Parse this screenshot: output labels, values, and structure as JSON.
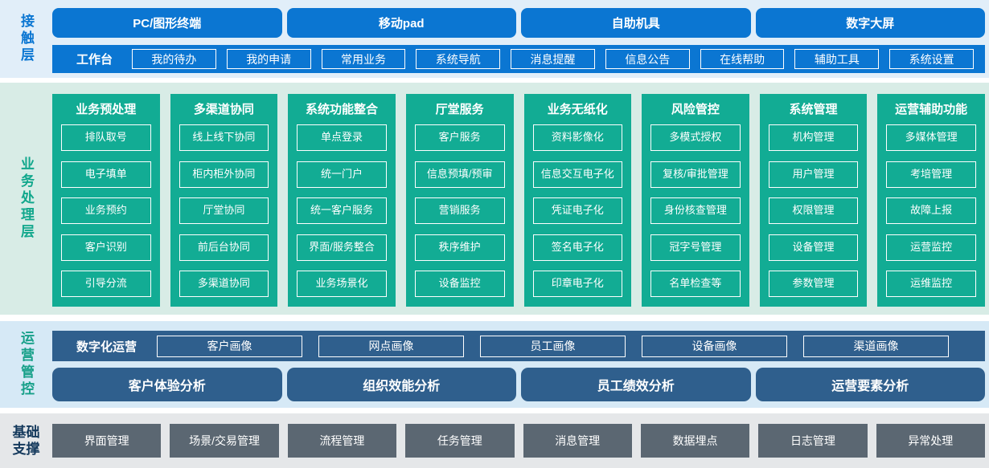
{
  "contact_layer": {
    "label": "接触层",
    "terminals": [
      "PC/图形终端",
      "移动pad",
      "自助机具",
      "数字大屏"
    ],
    "workbench": {
      "label": "工作台",
      "items": [
        "我的待办",
        "我的申请",
        "常用业务",
        "系统导航",
        "消息提醒",
        "信息公告",
        "在线帮助",
        "辅助工具",
        "系统设置"
      ]
    }
  },
  "business_layer": {
    "label": "业务处理层",
    "columns": [
      {
        "title": "业务预处理",
        "items": [
          "排队取号",
          "电子填单",
          "业务预约",
          "客户识别",
          "引导分流"
        ]
      },
      {
        "title": "多渠道协同",
        "items": [
          "线上线下协同",
          "柜内柜外协同",
          "厅堂协同",
          "前后台协同",
          "多渠道协同"
        ]
      },
      {
        "title": "系统功能整合",
        "items": [
          "单点登录",
          "统一门户",
          "统一客户服务",
          "界面/服务整合",
          "业务场景化"
        ]
      },
      {
        "title": "厅堂服务",
        "items": [
          "客户服务",
          "信息预填/预审",
          "营销服务",
          "秩序维护",
          "设备监控"
        ]
      },
      {
        "title": "业务无纸化",
        "items": [
          "资料影像化",
          "信息交互电子化",
          "凭证电子化",
          "签名电子化",
          "印章电子化"
        ]
      },
      {
        "title": "风险管控",
        "items": [
          "多模式授权",
          "复核/审批管理",
          "身份核查管理",
          "冠字号管理",
          "名单检查等"
        ]
      },
      {
        "title": "系统管理",
        "items": [
          "机构管理",
          "用户管理",
          "权限管理",
          "设备管理",
          "参数管理"
        ]
      },
      {
        "title": "运营辅助功能",
        "items": [
          "多媒体管理",
          "考培管理",
          "故障上报",
          "运营监控",
          "运维监控"
        ]
      }
    ]
  },
  "operations_layer": {
    "label": "运营管控",
    "digital_ops": {
      "label": "数字化运营",
      "items": [
        "客户画像",
        "网点画像",
        "员工画像",
        "设备画像",
        "渠道画像"
      ]
    },
    "analytics": [
      "客户体验分析",
      "组织效能分析",
      "员工绩效分析",
      "运营要素分析"
    ]
  },
  "base_layer": {
    "label": "基础支撑",
    "items": [
      "界面管理",
      "场景/交易管理",
      "流程管理",
      "任务管理",
      "消息管理",
      "数据埋点",
      "日志管理",
      "异常处理"
    ]
  },
  "colors": {
    "accent_blue": "#0b76d2",
    "accent_teal": "#12ac94",
    "accent_dark_blue": "#2f5f8d",
    "accent_slate_gray": "#5b6772",
    "bg_contact": "#e1eef9",
    "bg_business": "#d8ece6",
    "bg_operations": "#d6e9f6",
    "bg_base": "#e5e7e9",
    "base_label_navy": "#14395c"
  }
}
